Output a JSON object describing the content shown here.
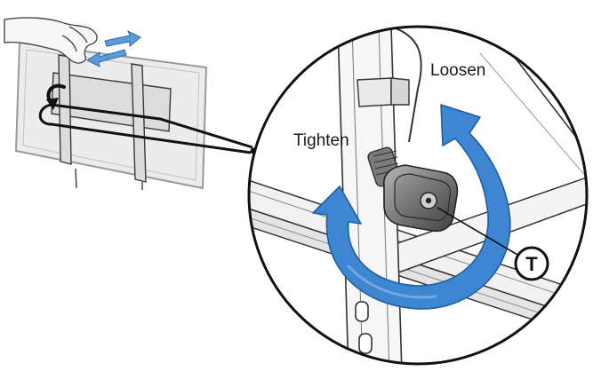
{
  "labels": {
    "loosen": "Loosen",
    "tighten": "Tighten",
    "callout": "T"
  },
  "colors": {
    "arrow_fill": "#3e86d2",
    "arrow_stroke": "#1f5f9f",
    "panel_fill": "#e9e9e9",
    "line_art": "#2a2a2a"
  },
  "icons": {
    "rotation": "curved-arrow-icon",
    "hand": "hand-icon"
  }
}
